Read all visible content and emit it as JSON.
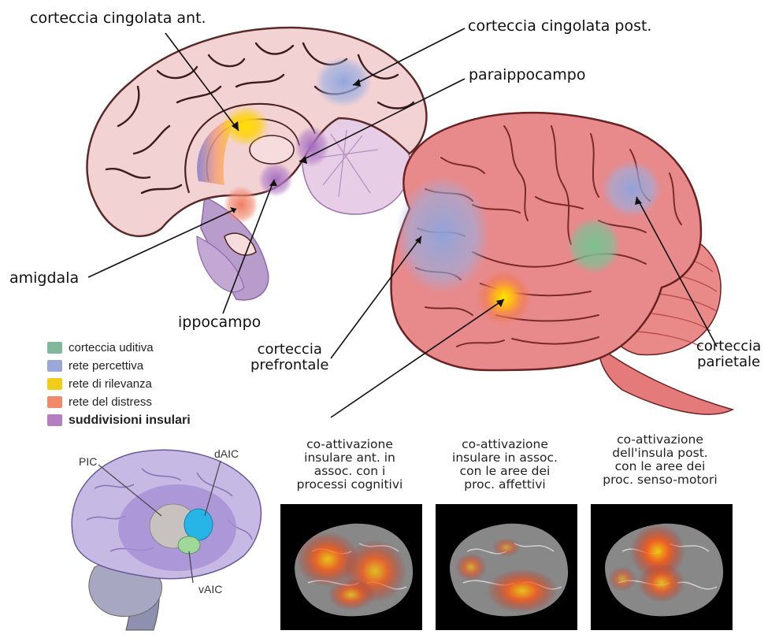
{
  "labels": {
    "acc": "corteccia cingolata ant.",
    "pcc": "corteccia cingolata post.",
    "parahippo": "paraippocampo",
    "amygdala": "amigdala",
    "hippo": "ippocampo",
    "prefrontal": "corteccia\nprefrontale",
    "parietal": "corteccia\nparietale"
  },
  "legend": [
    {
      "label": "corteccia uditiva",
      "color": "#7fb89a"
    },
    {
      "label": "rete percettiva",
      "color": "#9aa8d8"
    },
    {
      "label": "rete di rilevanza",
      "color": "#f2cc1a"
    },
    {
      "label": "rete del distress",
      "color": "#f08a6a"
    },
    {
      "label": "suddivisioni insulari",
      "color": "#b47fc0"
    }
  ],
  "insula_labels": {
    "pic": "PIC",
    "daic": "dAIC",
    "vaic": "vAIC"
  },
  "captions": [
    "co-attivazione\ninsulare ant. in\nassoc. con i\nprocessi cognitivi",
    "co-attivazione\ninsulare in assoc.\ncon le aree dei\nproc. affettivi",
    "co-attivazione\ndell'insula post.\ncon le aree dei\nproc. senso-motori"
  ],
  "colors": {
    "brain_pink": "#f3cdd0",
    "brain_red": "#e77a7e",
    "insula_purple": "#b7a5dc",
    "daic_blue": "#27b5e8",
    "vaic_green": "#9fd89a",
    "pic_gray": "#c4c0bf"
  }
}
